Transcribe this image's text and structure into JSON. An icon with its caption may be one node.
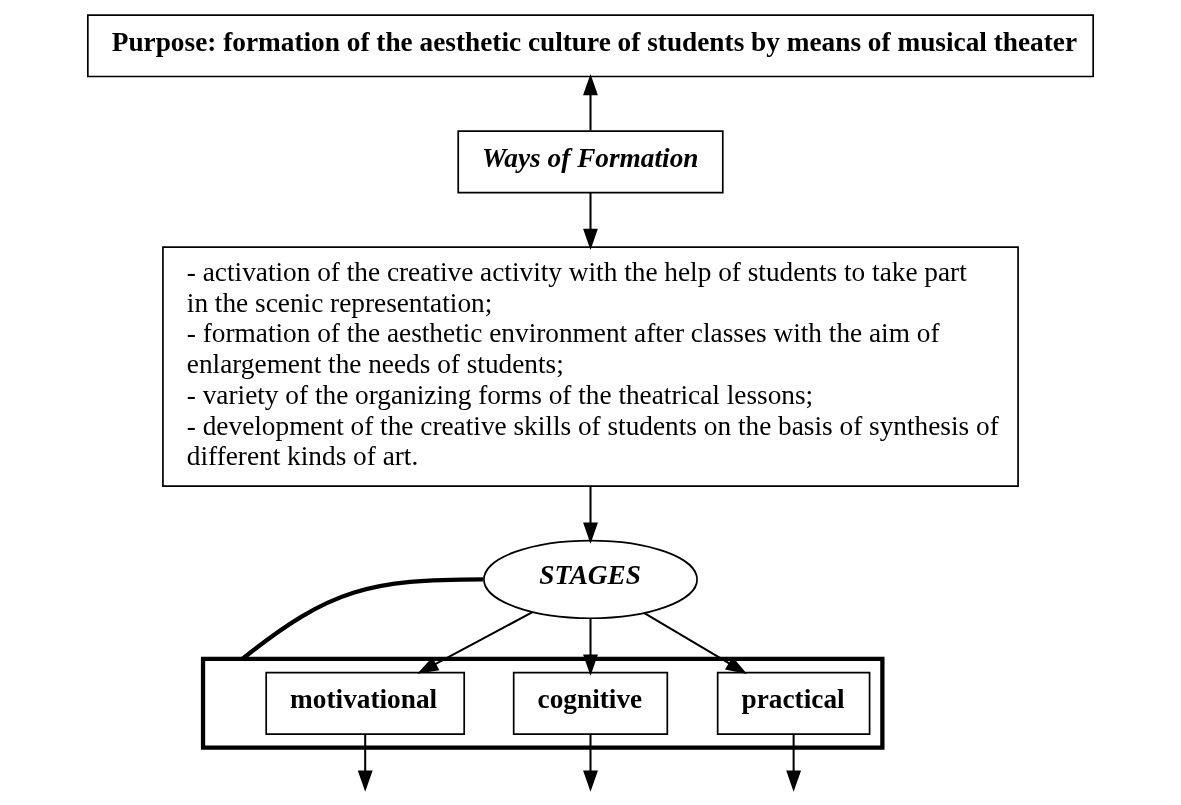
{
  "diagram": {
    "nodes": [
      {
        "text": [
          "Purpose: formation of the aesthetic culture of students by means of musical theater"
        ]
      },
      {
        "text": [
          "Ways of Formation"
        ]
      },
      {
        "text": [
          "- activation of the creative activity with the help of students to take part in the scenic representation;",
          "- formation of the aesthetic environment after classes with the aim of enlargement the needs of students;",
          "- variety of the organizing forms of the theatrical lessons;",
          "- development of the creative skills of students on the basis of synthesis of different kinds of art."
        ]
      },
      {
        "text": [
          "STAGES"
        ]
      },
      {
        "text": [],
        "shape": "box"
      },
      {
        "text": [
          "motivational"
        ],
        "in": 4
      },
      {
        "text": [
          "cognitive"
        ],
        "in": 4
      },
      {
        "text": [
          "practical"
        ],
        "in": 4
      }
    ],
    "edges": [
      {
        "from": 1,
        "to": 0,
        "arrow": "to"
      },
      {
        "from": 1,
        "to": 2,
        "arrow": "to"
      },
      {
        "from": 2,
        "to": 3,
        "arrow": "to"
      },
      {
        "from": 3,
        "to": 4,
        "arrow": "none",
        "style": "thick"
      },
      {
        "from": 3,
        "to": 5,
        "arrow": "to"
      },
      {
        "from": 3,
        "to": 6,
        "arrow": "to"
      },
      {
        "from": 3,
        "to": 7,
        "arrow": "to"
      },
      {
        "from": 5,
        "to": null,
        "arrow": "to"
      },
      {
        "from": 6,
        "to": null,
        "arrow": "to"
      },
      {
        "from": 7,
        "to": null,
        "arrow": "to"
      }
    ]
  }
}
